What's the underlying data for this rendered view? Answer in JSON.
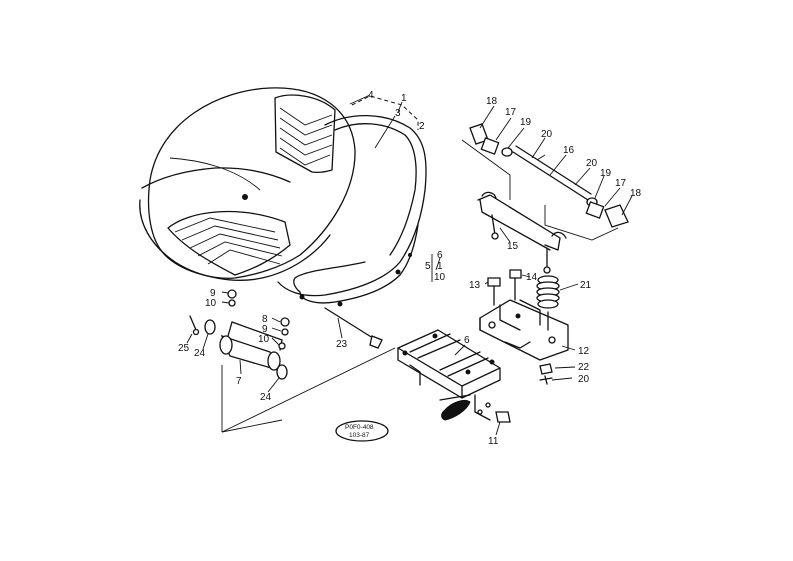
{
  "diagram": {
    "part_labels": [
      "1",
      "2",
      "3",
      "4",
      "5",
      "6",
      "7",
      "8",
      "9",
      "10",
      "11",
      "12",
      "13",
      "14",
      "15",
      "16",
      "17",
      "18",
      "19",
      "20",
      "21",
      "22",
      "23",
      "24",
      "25"
    ],
    "labels": {
      "l1": "1",
      "l2": "2",
      "l3": "3",
      "l4": "4",
      "l18a": "18",
      "l17a": "17",
      "l19a": "19",
      "l20a": "20",
      "l16": "16",
      "l20b": "20",
      "l19b": "19",
      "l17b": "17",
      "l18b": "18",
      "l15": "15",
      "l6a": "6",
      "l5": "5",
      "l1b": "1",
      "l10a": "10",
      "l13": "13",
      "l14": "14",
      "l21": "21",
      "l12": "12",
      "l22": "22",
      "l20c": "20",
      "l6b": "6",
      "l11": "11",
      "l9a": "9",
      "l10b": "10",
      "l8": "8",
      "l9b": "9",
      "l10c": "10",
      "l25": "25",
      "l24a": "24",
      "l7": "7",
      "l24b": "24",
      "l23": "23"
    },
    "stamp": {
      "line1": "P0F0-408",
      "line2": "103-87"
    }
  }
}
